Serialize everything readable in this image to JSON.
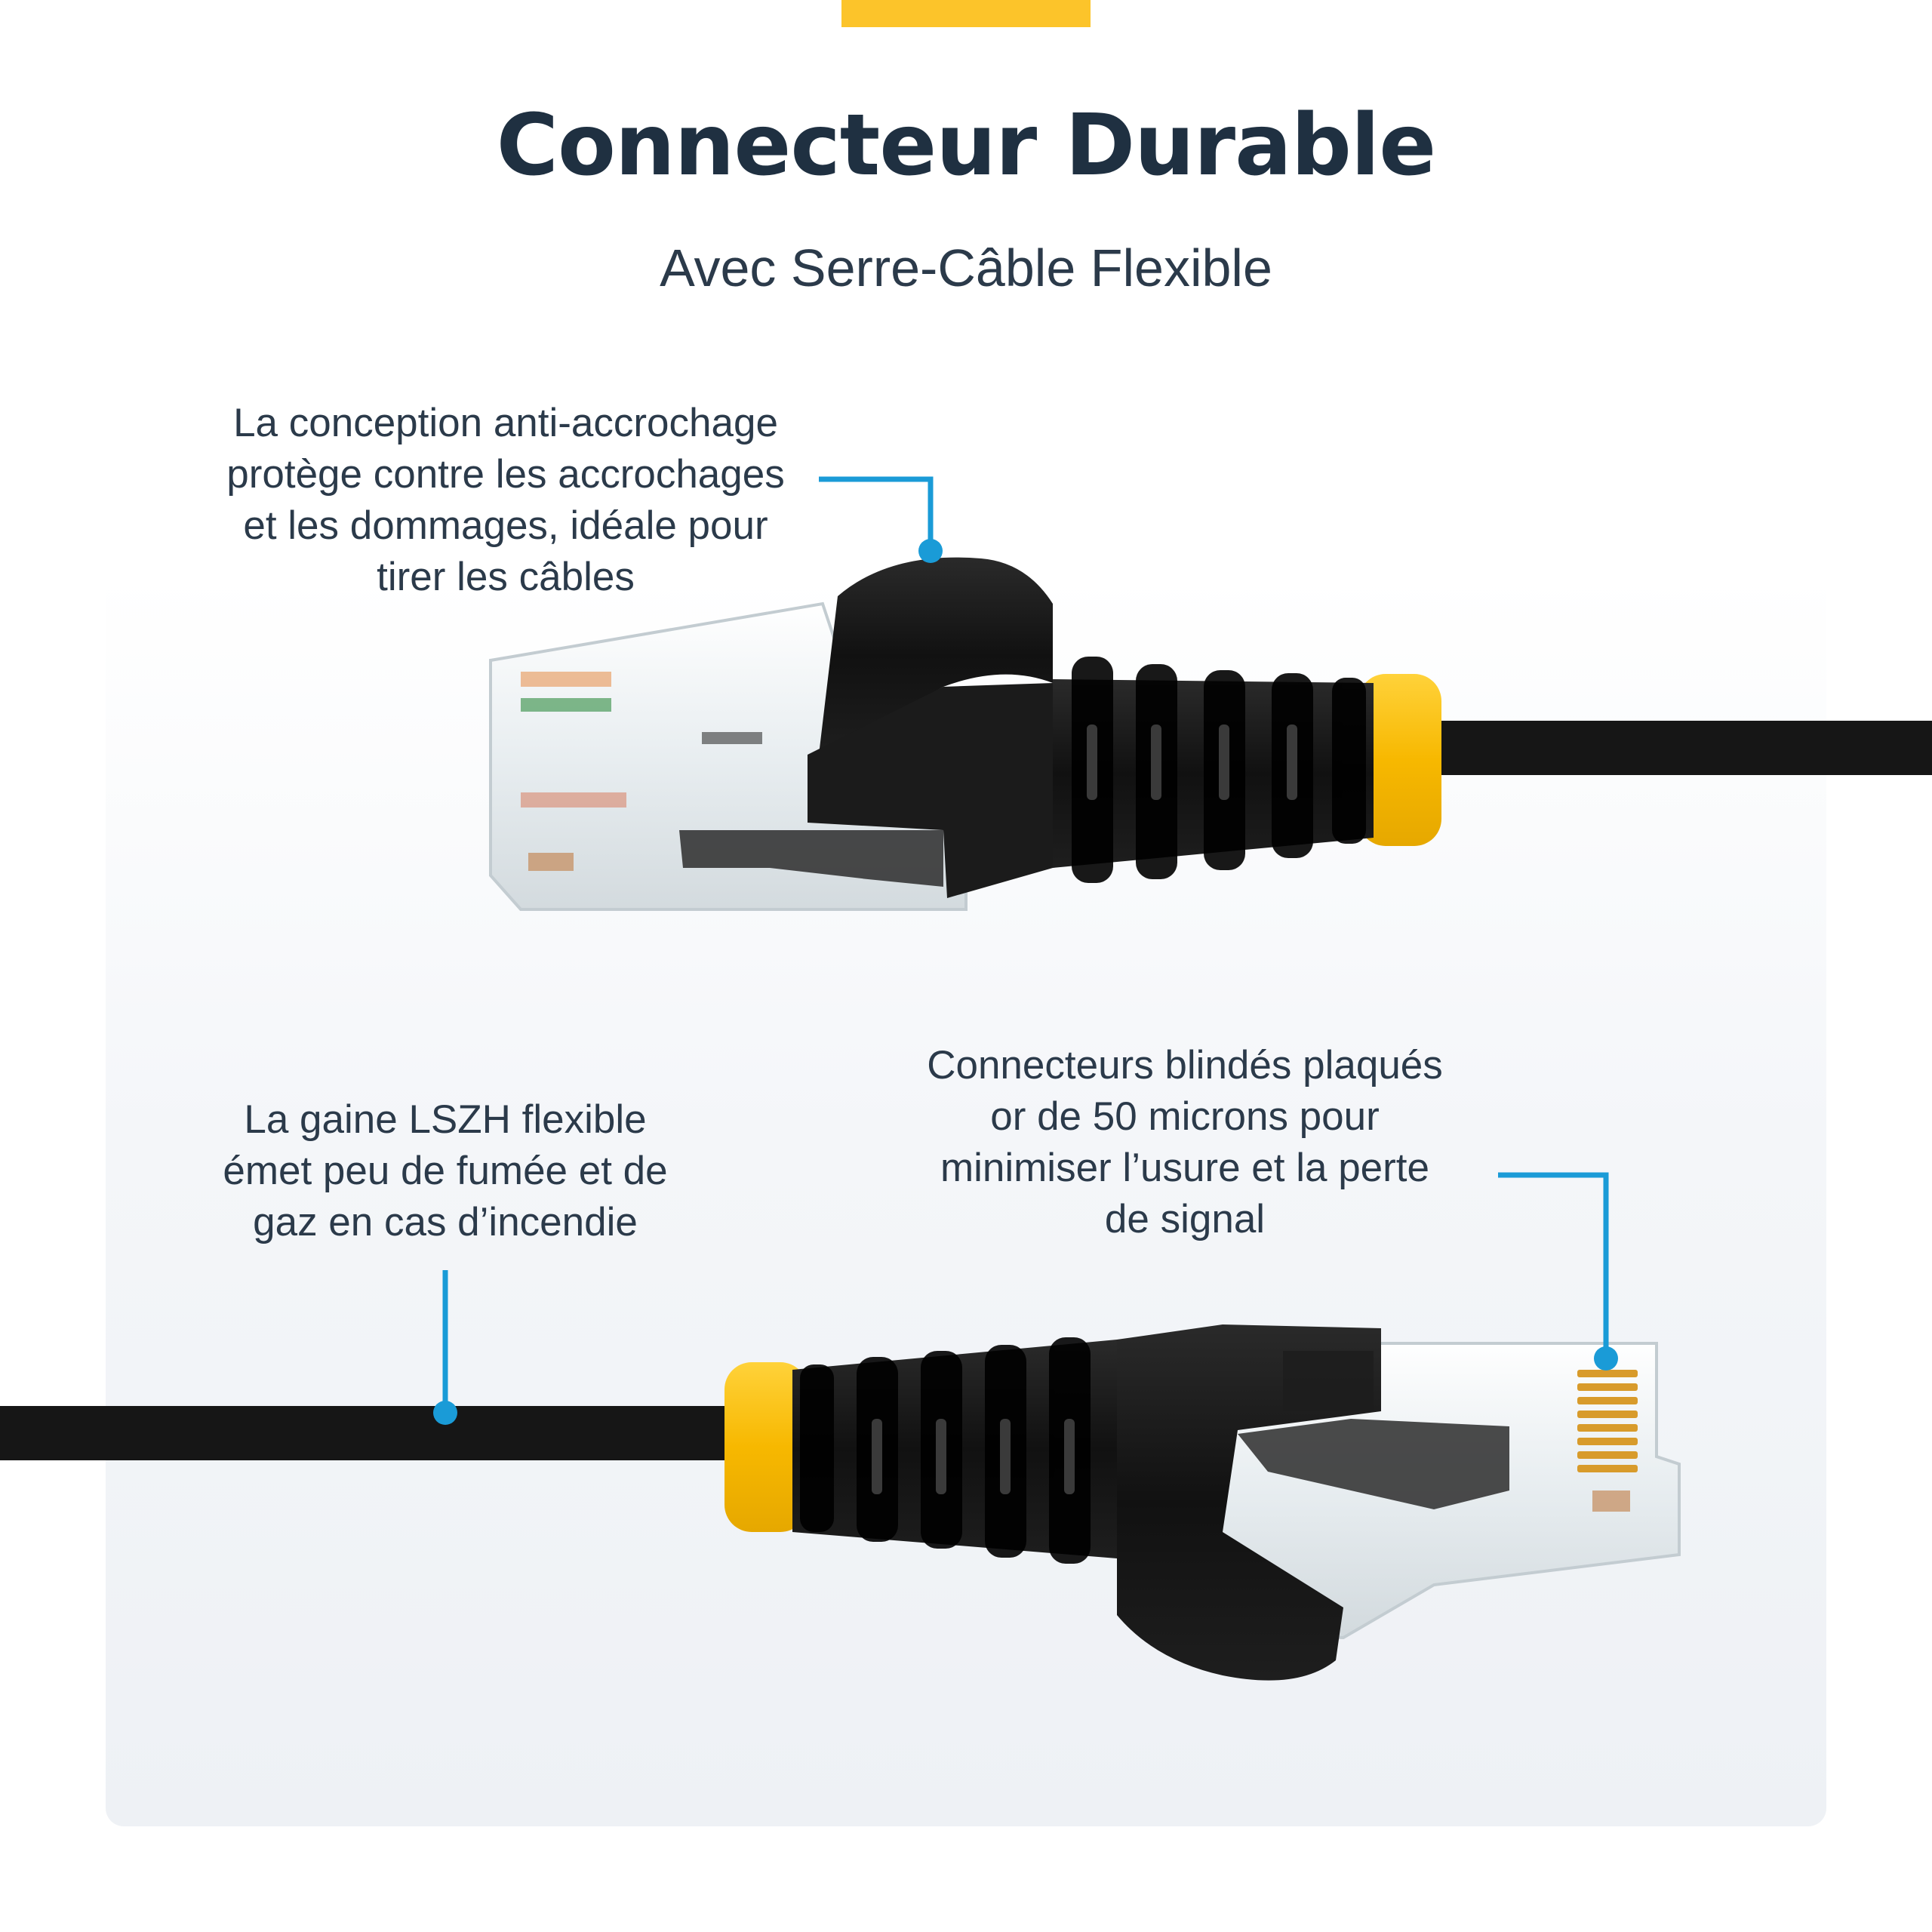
{
  "header": {
    "title": "Connecteur Durable",
    "subtitle": "Avec Serre-Câble Flexible"
  },
  "callouts": [
    {
      "text": "La conception anti-accrochage\nprotège contre les accrochages\net les dommages, idéale pour\ntirer les câbles"
    },
    {
      "text": "La gaine LSZH flexible\német peu de fumée et de\ngaz en cas d’incendie"
    },
    {
      "text": "Connecteurs blindés plaqués\nor de 50 microns pour\nminimiser l’usure et la perte\nde signal"
    }
  ],
  "colors": {
    "accent_yellow": "#fcc42a",
    "callout_blue": "#1a9bd7",
    "title_navy": "#1f3041",
    "cable_black": "#161616"
  }
}
